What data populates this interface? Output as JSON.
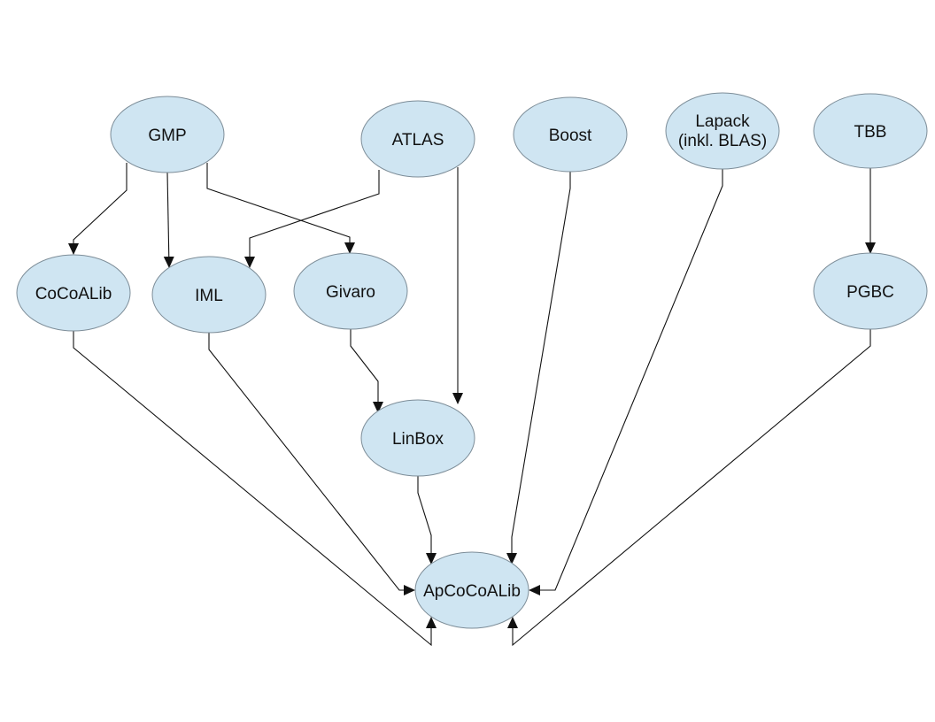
{
  "nodes": {
    "gmp": {
      "label": "GMP"
    },
    "atlas": {
      "label": "ATLAS"
    },
    "boost": {
      "label": "Boost"
    },
    "lapack": {
      "label_line1": "Lapack",
      "label_line2": "(inkl. BLAS)"
    },
    "tbb": {
      "label": "TBB"
    },
    "cocoalib": {
      "label": "CoCoALib"
    },
    "iml": {
      "label": "IML"
    },
    "givaro": {
      "label": "Givaro"
    },
    "pgbc": {
      "label": "PGBC"
    },
    "linbox": {
      "label": "LinBox"
    },
    "apcocoalib": {
      "label": "ApCoCoALib"
    }
  },
  "edges": [
    {
      "from": "GMP",
      "to": "CoCoALib"
    },
    {
      "from": "GMP",
      "to": "IML"
    },
    {
      "from": "GMP",
      "to": "Givaro"
    },
    {
      "from": "ATLAS",
      "to": "IML"
    },
    {
      "from": "ATLAS",
      "to": "LinBox"
    },
    {
      "from": "TBB",
      "to": "PGBC"
    },
    {
      "from": "Givaro",
      "to": "LinBox"
    },
    {
      "from": "CoCoALib",
      "to": "ApCoCoALib"
    },
    {
      "from": "IML",
      "to": "ApCoCoALib"
    },
    {
      "from": "LinBox",
      "to": "ApCoCoALib"
    },
    {
      "from": "Boost",
      "to": "ApCoCoALib"
    },
    {
      "from": "Lapack (inkl. BLAS)",
      "to": "ApCoCoALib"
    },
    {
      "from": "PGBC",
      "to": "ApCoCoALib"
    }
  ],
  "colors": {
    "node_fill": "#cfe5f2",
    "node_stroke": "#7d8d98",
    "edge": "#111111"
  }
}
